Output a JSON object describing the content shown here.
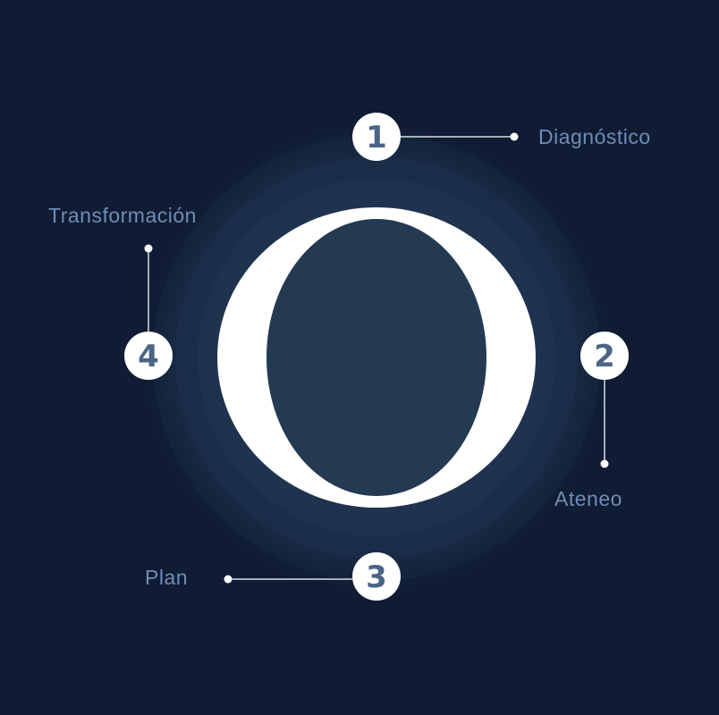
{
  "colors": {
    "background": "#0f1c33",
    "glow": "#2a4260",
    "center_fill": "#243a53",
    "ring": "#ffffff",
    "badge_fill": "#ffffff",
    "badge_text": "#4a6588",
    "connector": "#d7dde6",
    "label_text": "#6f8db6"
  },
  "center": {
    "letter": "O"
  },
  "steps": [
    {
      "number": "1",
      "label": "Diagnóstico"
    },
    {
      "number": "2",
      "label": "Ateneo"
    },
    {
      "number": "3",
      "label": "Plan"
    },
    {
      "number": "4",
      "label": "Transformación"
    }
  ]
}
